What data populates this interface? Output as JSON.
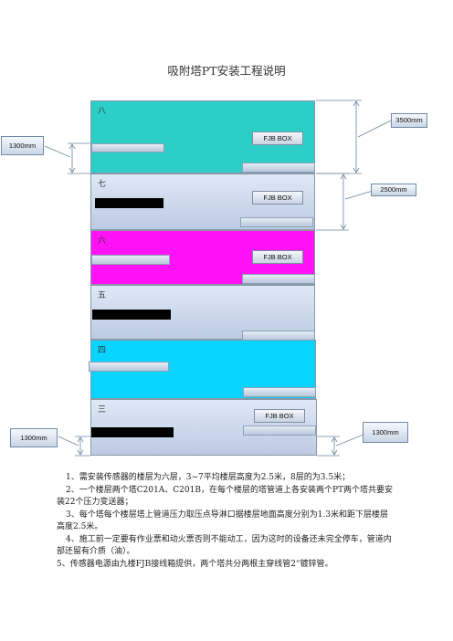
{
  "title": "吸附塔PT安装工程说明",
  "floors": [
    {
      "label": "八",
      "color": "#2bcfc8"
    },
    {
      "label": "七",
      "color": "#cad8ee"
    },
    {
      "label": "六",
      "color": "#ff12f5"
    },
    {
      "label": "五",
      "color": "#cad8ee"
    },
    {
      "label": "四",
      "color": "#08d4ff"
    },
    {
      "label": "三",
      "color": "#cad8ee"
    }
  ],
  "fjb_box_label": "FJB BOX",
  "callouts": {
    "floor8_height": "3500mm",
    "floor7_height": "2500mm",
    "upper_left": "1300mm",
    "lower_left": "1300mm",
    "lower_right": "1300mm"
  },
  "notes": [
    "1、需安装传感器的楼层为六层，3~7平均楼层高度为2.5米，8层的为3.5米；",
    "2、一个楼层两个塔C201A、C201B，在每个楼层的塔管道上各安装两个PT两个塔共要安装22个压力变送器；",
    "3、每个塔每个楼层塔上管道压力取压点导淋口据楼层地面高度分别为1.3米和距下层楼层高度2.5米。",
    "4、施工前一定要有作业票和动火票否则不能动工，因为这时的设备还未完全停车，管道内部还留有介质（油）。",
    "5、传感器电源由九楼FJB接线箱提供，两个塔共分两根主穿线管2“镀锌管。"
  ]
}
